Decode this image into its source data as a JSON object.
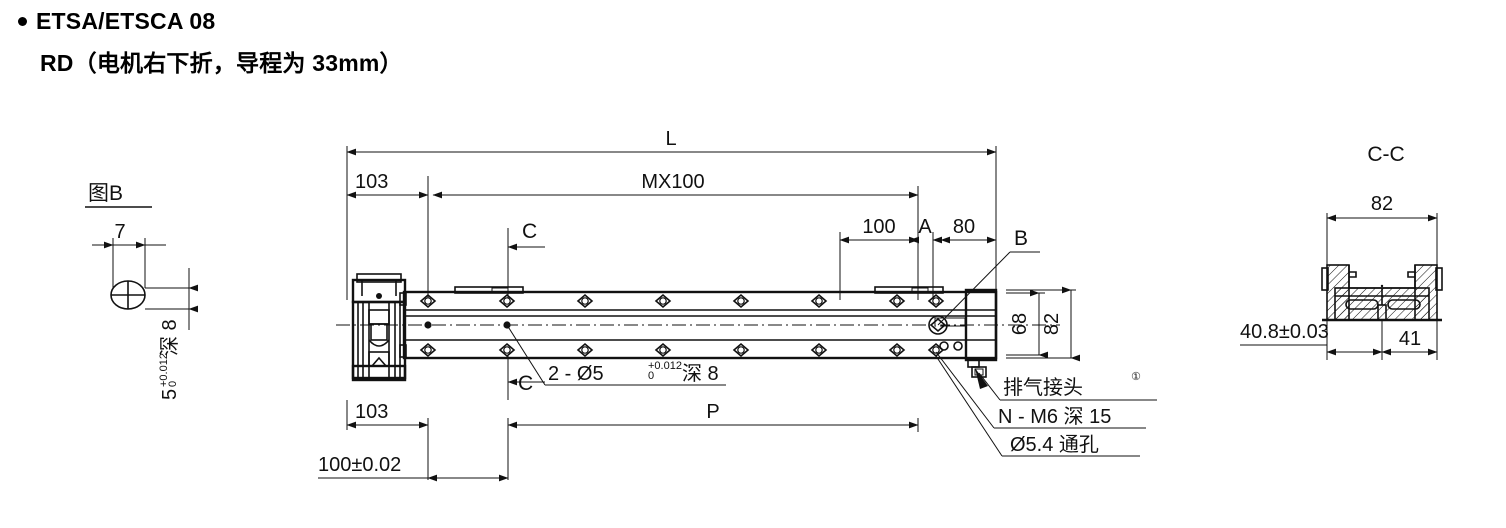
{
  "title": {
    "line1": "ETSA/ETSCA 08",
    "line2": "RD（电机右下折，导程为 33mm）"
  },
  "detail_b": {
    "view_label": "图B",
    "width_dim": "7",
    "depth_label": "深 8",
    "tolerance_base": "5",
    "tolerance_upper": "+0.012",
    "tolerance_lower": "0"
  },
  "main_view": {
    "top_dims": {
      "overall": "L",
      "left_offset": "103",
      "pitch": "MX100",
      "near_end": "100",
      "gap": "A",
      "right_offset": "80"
    },
    "section_marks": {
      "top": "C",
      "bottom": "C"
    },
    "right_dims": {
      "inner_height": "68",
      "outer_height": "82"
    },
    "bottom_dims": {
      "left_offset": "103",
      "stroke": "P",
      "base_tolerance": "100±0.02"
    },
    "callouts": {
      "b_mark": "B",
      "dowel_base": "2 - Ø5",
      "dowel_tol_upper": "+0.012",
      "dowel_tol_lower": "0",
      "dowel_depth": "深 8",
      "exhaust": "排气接头",
      "exhaust_note": "①",
      "tapped": "N - M6 深 15",
      "thru": "Ø5.4 通孔"
    }
  },
  "section_cc": {
    "view_label": "C-C",
    "width": "82",
    "left_dim": "40.8±0.03",
    "right_dim": "41"
  },
  "colors": {
    "line": "#111111",
    "background": "#ffffff"
  }
}
